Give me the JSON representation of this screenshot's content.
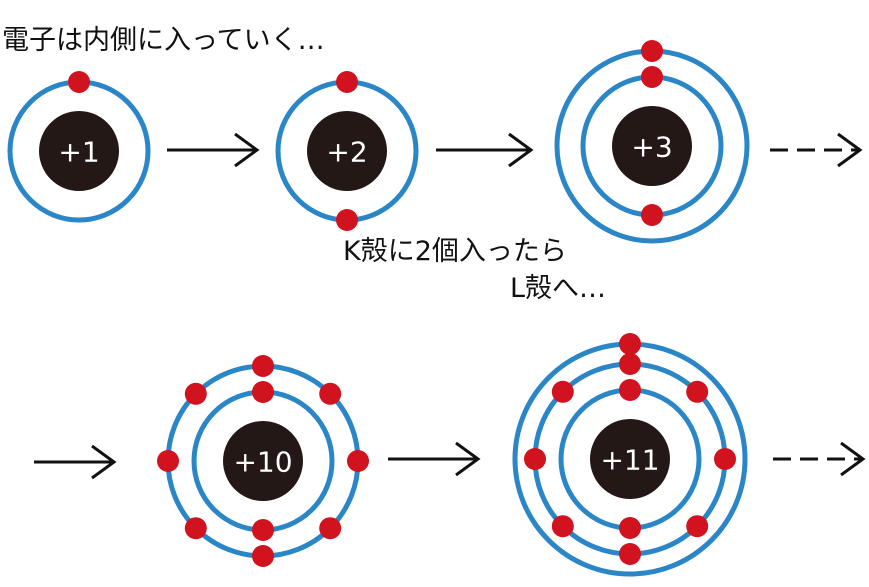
{
  "captions": {
    "inner_first": "電子は内側に入っていく…",
    "k_shell_full": "K殻に2個入ったら",
    "to_l_shell": "L殻へ…"
  },
  "colors": {
    "shell": "#2a86c6",
    "electron": "#d1121f",
    "nucleus": "#231815",
    "nucleus_text": "#ffffff",
    "arrow": "#111111"
  },
  "atoms": [
    {
      "charge": "+1",
      "shells": [
        1
      ]
    },
    {
      "charge": "+2",
      "shells": [
        2
      ]
    },
    {
      "charge": "+3",
      "shells": [
        2,
        1
      ]
    },
    {
      "charge": "+10",
      "shells": [
        2,
        8
      ]
    },
    {
      "charge": "+11",
      "shells": [
        2,
        8,
        1
      ]
    }
  ],
  "arrows": [
    {
      "style": "solid"
    },
    {
      "style": "solid"
    },
    {
      "style": "dashed"
    },
    {
      "style": "solid"
    },
    {
      "style": "solid"
    },
    {
      "style": "dashed"
    }
  ]
}
